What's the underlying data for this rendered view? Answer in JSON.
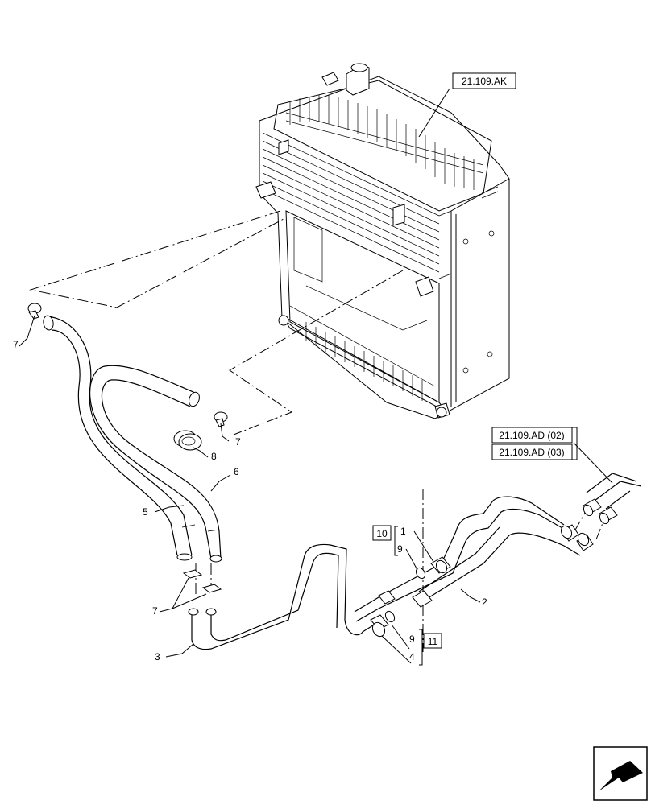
{
  "references": {
    "radiator": "21.109.AK",
    "connection_a": "21.109.AD (02)",
    "connection_b": "21.109.AD (03)"
  },
  "callouts": {
    "c1": "1",
    "c2": "2",
    "c3": "3",
    "c4": "4",
    "c5": "5",
    "c6": "6",
    "c7_top": "7",
    "c7_mid": "7",
    "c7_low": "7",
    "c8": "8",
    "c9_top": "9",
    "c9_low": "9",
    "c10": "10",
    "c11": "11"
  },
  "nav_icon": "arrow-back-icon"
}
